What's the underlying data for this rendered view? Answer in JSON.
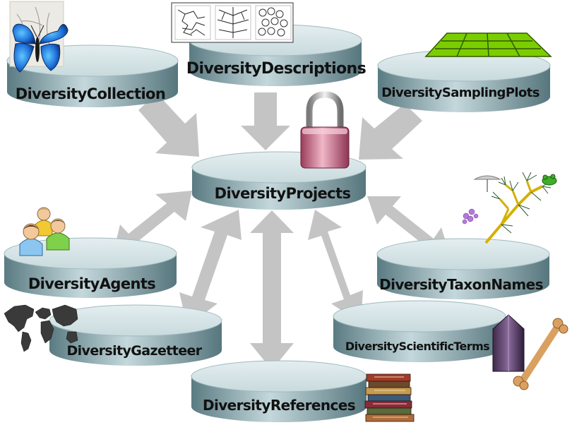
{
  "diagram": {
    "nodes": [
      {
        "id": "collection",
        "label": "DiversityCollection",
        "icon": "butterfly-icon"
      },
      {
        "id": "descriptions",
        "label": "DiversityDescriptions",
        "icon": "leaf-venation-icon"
      },
      {
        "id": "samplingplots",
        "label": "DiversitySamplingPlots",
        "icon": "plot-grid-icon"
      },
      {
        "id": "projects",
        "label": "DiversityProjects",
        "icon": "padlock-icon"
      },
      {
        "id": "agents",
        "label": "DiversityAgents",
        "icon": "people-icon"
      },
      {
        "id": "taxonnames",
        "label": "DiversityTaxonNames",
        "icon": "phylogenetic-tree-icon"
      },
      {
        "id": "gazetteer",
        "label": "DiversityGazetteer",
        "icon": "world-map-icon"
      },
      {
        "id": "scientificterms",
        "label": "DiversityScientificTerms",
        "icon": "crystal-bone-icon"
      },
      {
        "id": "references",
        "label": "DiversityReferences",
        "icon": "book-stack-icon"
      }
    ],
    "edges": [
      {
        "from": "collection",
        "to": "projects",
        "direction": "one-way"
      },
      {
        "from": "descriptions",
        "to": "projects",
        "direction": "one-way"
      },
      {
        "from": "samplingplots",
        "to": "projects",
        "direction": "one-way"
      },
      {
        "from": "agents",
        "to": "projects",
        "direction": "two-way"
      },
      {
        "from": "gazetteer",
        "to": "projects",
        "direction": "two-way"
      },
      {
        "from": "references",
        "to": "projects",
        "direction": "two-way"
      },
      {
        "from": "scientificterms",
        "to": "projects",
        "direction": "two-way"
      },
      {
        "from": "taxonnames",
        "to": "projects",
        "direction": "two-way"
      }
    ],
    "colors": {
      "disk_top": "#d7e6e9",
      "disk_side_dark": "#5e7f86",
      "disk_side_light": "#bcd2d6",
      "arrow": "#c4c4c4"
    }
  }
}
